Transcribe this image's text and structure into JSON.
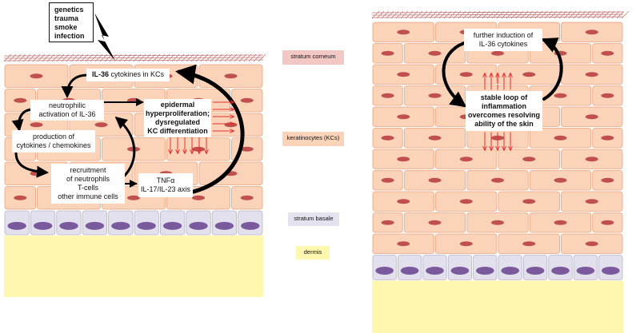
{
  "colors": {
    "keratinocyte_fill": "#fbd3b9",
    "keratinocyte_edge": "#e8a27e",
    "nucleus": "#c0504d",
    "corneum_lines": "#c07070",
    "basal_fill": "#e2e0ec",
    "basal_nucleus": "#7a5a9c",
    "dermis": "#fdf7b0",
    "arrow": "#000000",
    "red_arrow": "#e03030"
  },
  "triggers": [
    "genetics",
    "trauma",
    "smoke",
    "infection"
  ],
  "left_panel": {
    "il36_box": {
      "lead": "IL-36",
      "rest": " cytokines in KCs"
    },
    "neutrophilic_box": [
      "neutrophilic",
      "activation of IL-36"
    ],
    "cytokines_box": [
      "production of",
      "cytokines  / chemokines"
    ],
    "recruitment_box": [
      "recruitment",
      "of neutrophils",
      "T-cells",
      "other immune cells"
    ],
    "tnf_box": [
      "TNFα",
      "IL-17/IL-23 axis"
    ],
    "epidermal_box": [
      "epidermal",
      "hyperproliferation;",
      "dysregulated",
      "KC differentiation"
    ]
  },
  "layer_labels": {
    "corneum": "stratum corneum",
    "keratinocytes": "keratinocytes (KCs)",
    "basale": "stratum basale",
    "dermis": "dermis"
  },
  "right_panel": {
    "further_box": [
      "further induction of",
      "IL-36 cytokines"
    ],
    "stable_box": [
      "stable loop of",
      "inflammation",
      "overcomes resolving",
      "ability of the skin"
    ]
  }
}
